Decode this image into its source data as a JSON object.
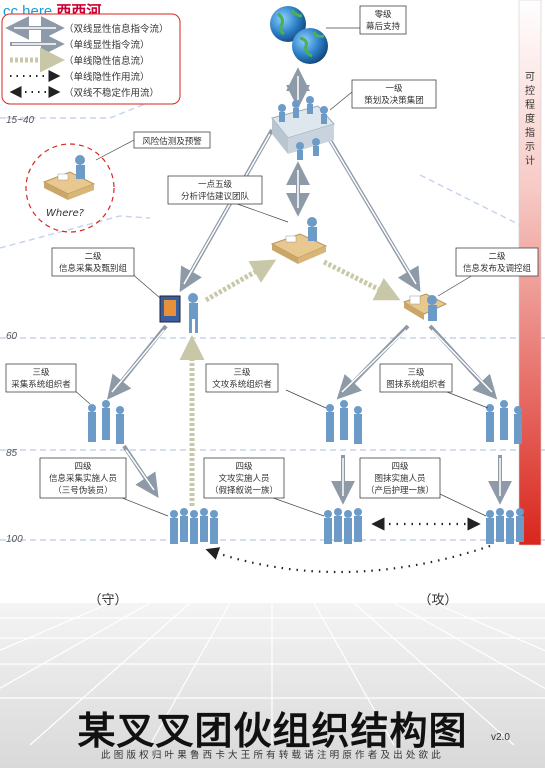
{
  "logo": {
    "prefix": "cc",
    "word": "here",
    "name": "西西河"
  },
  "legend": [
    "（双线显性信息指令流）",
    "（单线显性指令流）",
    "（单线隐性信息流）",
    "（单线隐性作用流）",
    "（双线不稳定作用流）"
  ],
  "indicator_label": "可 控 程 度 指 示 计",
  "levels": [
    "15~40",
    "60",
    "85",
    "100"
  ],
  "nodes": {
    "support": [
      "零级",
      "幕后支持"
    ],
    "level1": [
      "一级",
      "策划及决策集团"
    ],
    "risk": [
      "风险估测及预警"
    ],
    "where": "Where?",
    "analysis": [
      "一点五级",
      "分析评估建议团队"
    ],
    "collect": [
      "二级",
      "信息采集及甄别组"
    ],
    "publish": [
      "二级",
      "信息发布及调控组"
    ],
    "collect_org": [
      "三级",
      "采集系统组织者"
    ],
    "text_org": [
      "三级",
      "文攻系统组织者"
    ],
    "image_org": [
      "三级",
      "图抹系统组织者"
    ],
    "collect_exec": [
      "四级",
      "信息采集实施人员",
      "（三号伪装员）"
    ],
    "text_exec": [
      "四级",
      "文攻实施人员",
      "（假择叙说一族）"
    ],
    "image_exec": [
      "四级",
      "图抹实施人员",
      "（产后护理一族）"
    ]
  },
  "defend_label": "（守）",
  "attack_label": "（攻）",
  "title": "某叉叉团伙组织结构图",
  "version": "v2.0",
  "notice": "此图版权归叶果鲁西卡大王所有转载请注明原作者及出处欲此",
  "colors": {
    "primary_arrow": "#8e9aa8",
    "accent_red": "#d9261c",
    "figure": "#6d9bc8",
    "pale_line": "#c5d2ee"
  }
}
